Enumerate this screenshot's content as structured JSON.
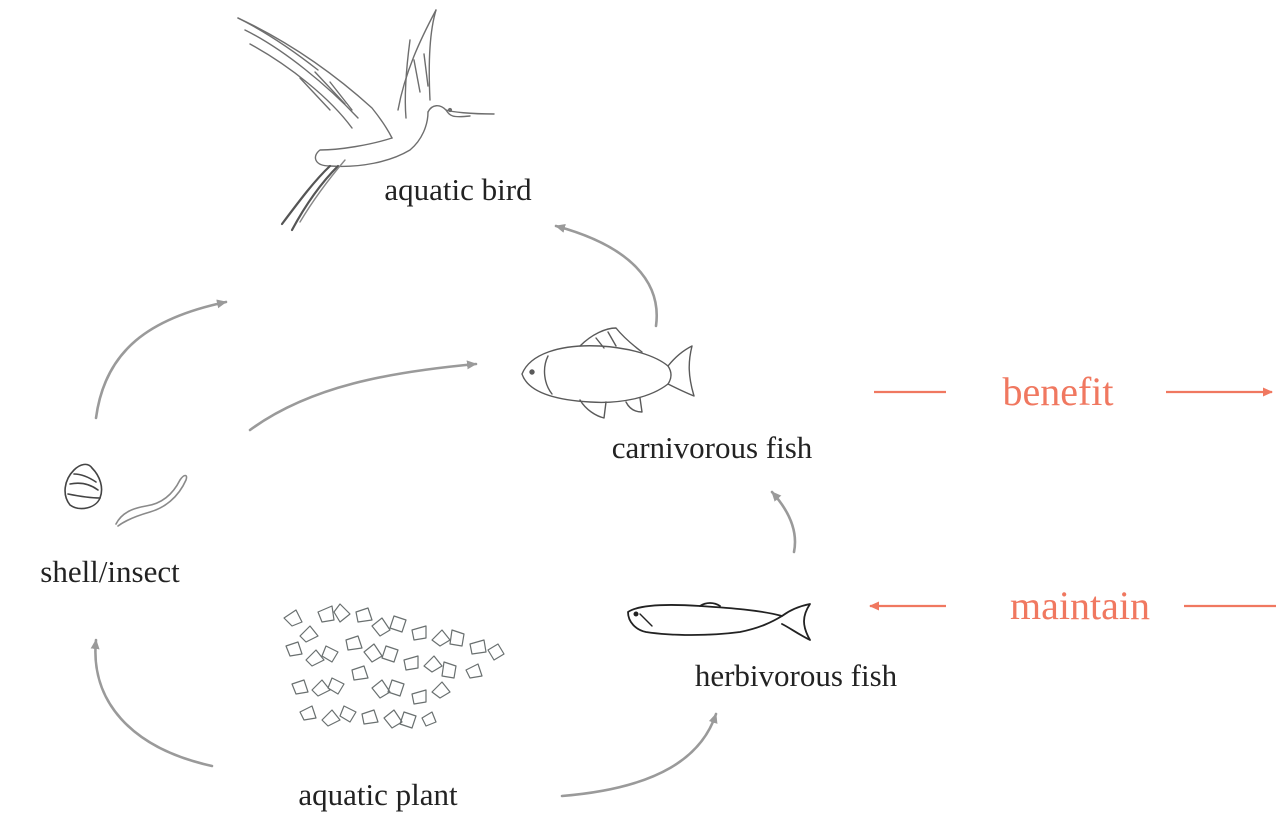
{
  "labels": {
    "aquatic_bird": "aquatic bird",
    "carnivorous_fish": "carnivorous fish",
    "shell_insect": "shell/insect",
    "herbivorous_fish": "herbivorous fish",
    "aquatic_plant": "aquatic plant"
  },
  "side": {
    "benefit": "benefit",
    "maintain": "maintain"
  },
  "colors": {
    "arrow": "#9a9a9a",
    "accent": "#f07860",
    "text": "#222222",
    "sketch": "#555555"
  },
  "icons": [
    "heron-icon",
    "carnivorous-fish-icon",
    "snail-shell-icon",
    "worm-icon",
    "herbivorous-fish-icon",
    "aquatic-plant-icon"
  ]
}
